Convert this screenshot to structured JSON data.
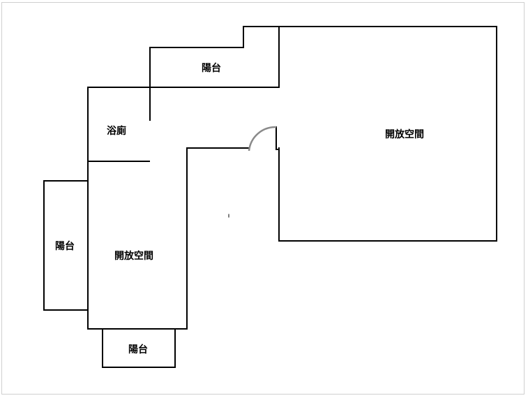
{
  "rooms": {
    "balcony_top": "陽台",
    "bathroom": "浴廁",
    "open_space_right": "開放空間",
    "balcony_left": "陽台",
    "open_space_left": "開放空間",
    "balcony_bottom": "陽台"
  },
  "colors": {
    "wall": "#000000",
    "door": "#8a8a8a",
    "frame_border": "#cfcfcf"
  }
}
